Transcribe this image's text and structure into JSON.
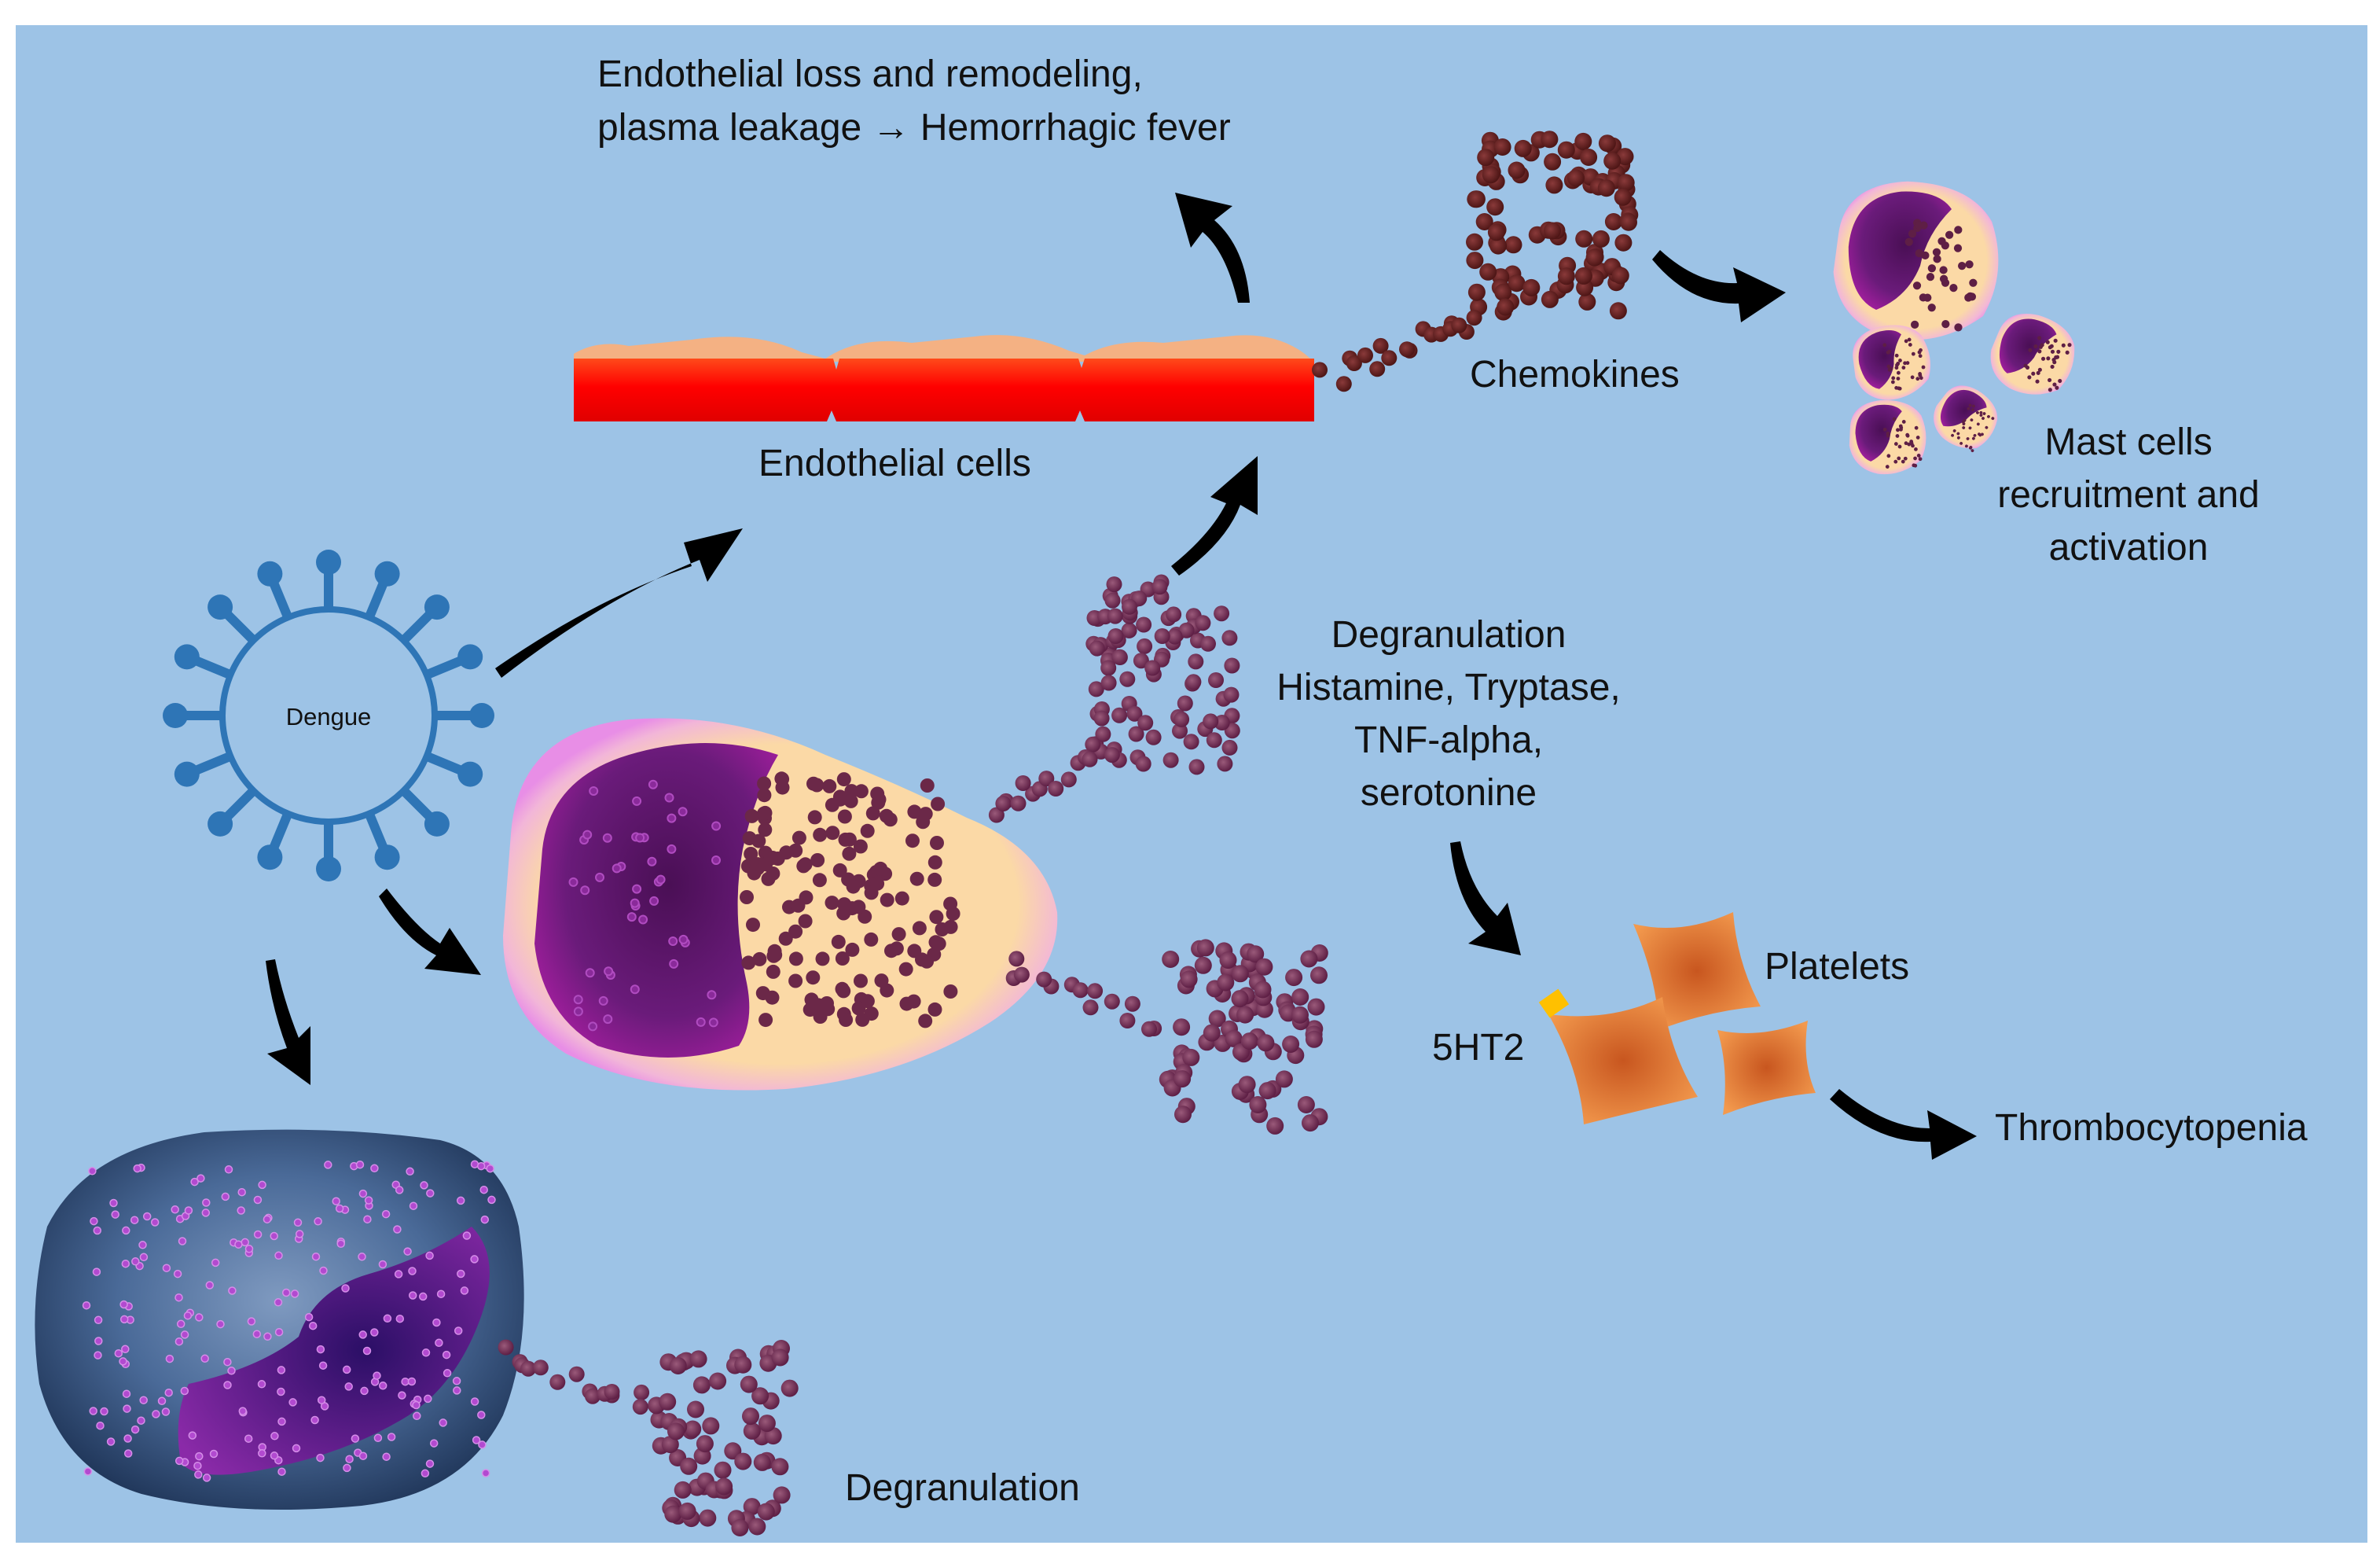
{
  "colors": {
    "background": "#9dc3e6",
    "arrow": "#000000",
    "virus": "#2e75b6",
    "endothelium_red": "#ff0000",
    "endothelium_top": "#f4b183",
    "granule": "#6b2848",
    "chemokine": "#5a1e1e",
    "mast_cytoplasm": "#fbd9a6",
    "mast_nucleus": "#6a1b7a",
    "cell_membrane_glow": "#e88ee6",
    "basophil_body": "#2d4a75",
    "platelet": "#f08c3c",
    "receptor": "#ffc000"
  },
  "labels": {
    "endothelial_loss_line1": "Endothelial loss and remodeling,",
    "endothelial_loss_line2": "plasma leakage → Hemorrhagic fever",
    "endothelial_cells": "Endothelial cells",
    "chemokines": "Chemokines",
    "mast_cells_line1": "Mast cells",
    "mast_cells_line2": "recruitment and",
    "mast_cells_line3": "activation",
    "dengue": "Dengue",
    "degranulation_mediators_line1": "Degranulation",
    "degranulation_mediators_line2": "Histamine, Tryptase,",
    "degranulation_mediators_line3": "TNF-alpha,",
    "degranulation_mediators_line4": "serotonine",
    "platelets": "Platelets",
    "receptor_5ht2": "5HT2",
    "thrombocytopenia": "Thrombocytopenia",
    "degranulation_bottom": "Degranulation"
  },
  "icons": {
    "virus": "virus-icon",
    "arrow": "curved-arrow-icon",
    "mast_cell": "mast-cell-icon",
    "platelet": "platelet-icon"
  }
}
